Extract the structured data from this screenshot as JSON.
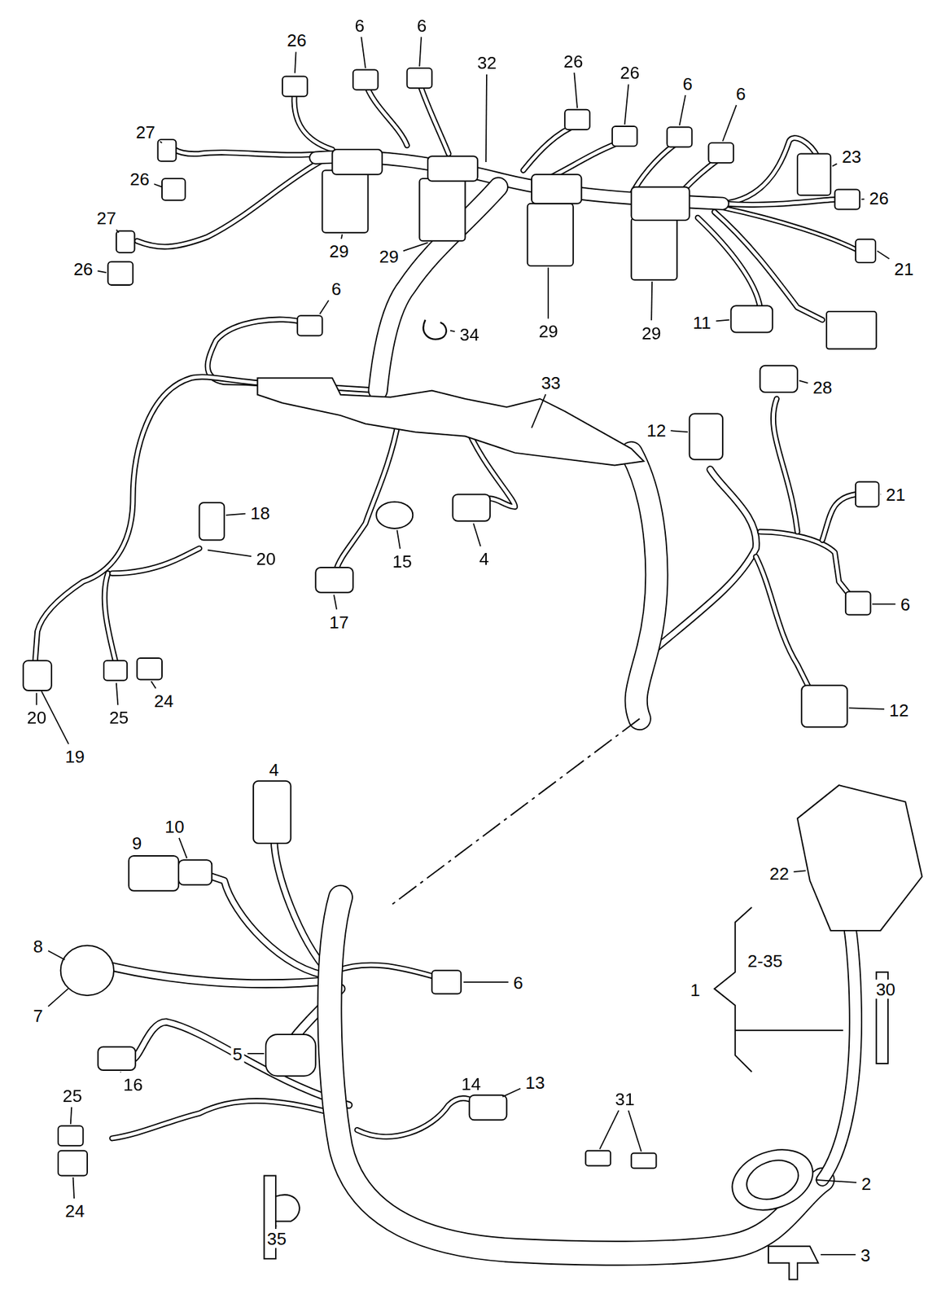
{
  "diagram": {
    "labels": [
      "26",
      "6",
      "6",
      "32",
      "26",
      "26",
      "6",
      "6",
      "27",
      "23",
      "26",
      "26",
      "27",
      "29",
      "29",
      "21",
      "26",
      "6",
      "11",
      "29",
      "29",
      "34",
      "33",
      "28",
      "12",
      "21",
      "18",
      "20",
      "4",
      "15",
      "6",
      "17",
      "24",
      "20",
      "25",
      "12",
      "19",
      "4",
      "10",
      "9",
      "22",
      "8",
      "2-35",
      "6",
      "1",
      "30",
      "7",
      "5",
      "13",
      "14",
      "16",
      "25",
      "31",
      "2",
      "24",
      "35",
      "3"
    ]
  }
}
